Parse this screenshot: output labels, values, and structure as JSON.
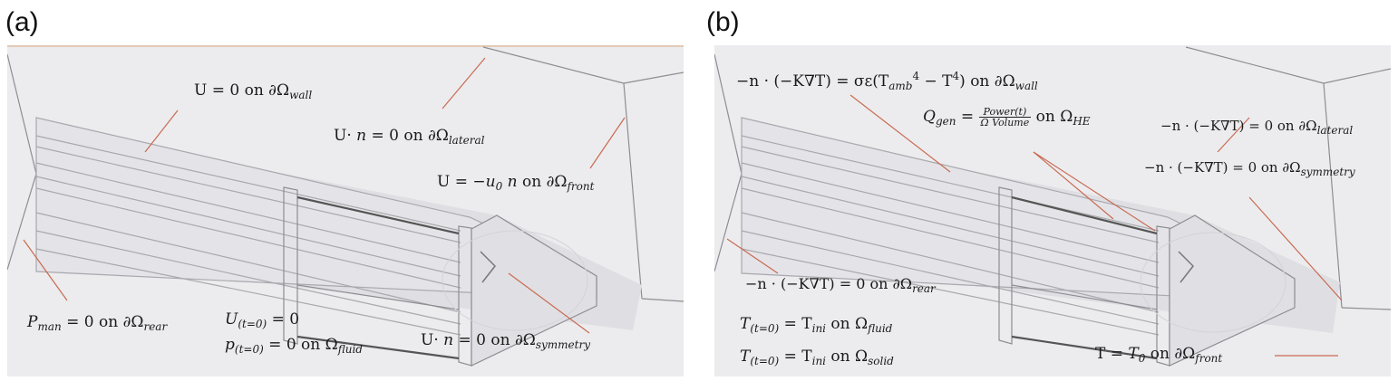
{
  "panels": {
    "a": {
      "label": "(a)"
    },
    "b": {
      "label": "(b)"
    }
  },
  "a": {
    "wall": {
      "lhs": "U = 0 on ∂Ω",
      "sub": "wall"
    },
    "lateral": {
      "lhs": "U· ",
      "n": "n",
      "mid": " = 0 on ∂Ω",
      "sub": "lateral"
    },
    "front": {
      "lhs": "U = −",
      "u": "u",
      "u_sub": "0",
      "n": " n",
      "mid": " on ∂Ω",
      "sub": "front"
    },
    "rear": {
      "p": "P",
      "p_sub": "man",
      "mid": " = 0 on ∂Ω",
      "sub": "rear"
    },
    "u_init": {
      "u": "U",
      "sub": "(t=0)",
      "rhs": " = 0"
    },
    "p_init": {
      "p": "p",
      "sub": "(t=0)",
      "mid": " = 0 on Ω",
      "sub2": "fluid"
    },
    "symmetry": {
      "lhs": "U· ",
      "n": "n",
      "mid": " = 0 on ∂Ω",
      "sub": "symmetry"
    }
  },
  "b": {
    "wall": {
      "lhs": "−n · (−K∇T) = σε(T",
      "amb": "amb",
      "pow": "4",
      "mid": " − T",
      "pow2": "4",
      "rhs": ") on ∂Ω",
      "sub": "wall"
    },
    "qgen": {
      "q": "Q",
      "q_sub": "gen",
      "eq": " = ",
      "num": "Power(t)",
      "den": "Ω Volume",
      "mid": " on Ω",
      "sub": "HE"
    },
    "lateral": {
      "lhs": "−n · (−K∇T) = 0 on ∂Ω",
      "sub": "lateral"
    },
    "symmetry": {
      "lhs": "−n · (−K∇T) = 0 on ∂Ω",
      "sub": "symmetry"
    },
    "rear": {
      "lhs": "−n · (−K∇T) = 0 on ∂Ω",
      "sub": "rear"
    },
    "fluid_init": {
      "t": "T",
      "sub": "(t=0)",
      "mid": " = T",
      "ini": "ini",
      "rhs": " on Ω",
      "sub2": "fluid"
    },
    "solid_init": {
      "t": "T",
      "sub": "(t=0)",
      "mid": " = T",
      "ini": "ini",
      "rhs": " on Ω",
      "sub2": "solid"
    },
    "front": {
      "lhs": "T = ",
      "t": "T",
      "t_sub": "0",
      "mid": " on ∂Ω",
      "sub": "front"
    }
  },
  "colors": {
    "domain_fill": "#e9e9ec",
    "leader_line": "#c96a52",
    "edge": "#8d8d93"
  }
}
